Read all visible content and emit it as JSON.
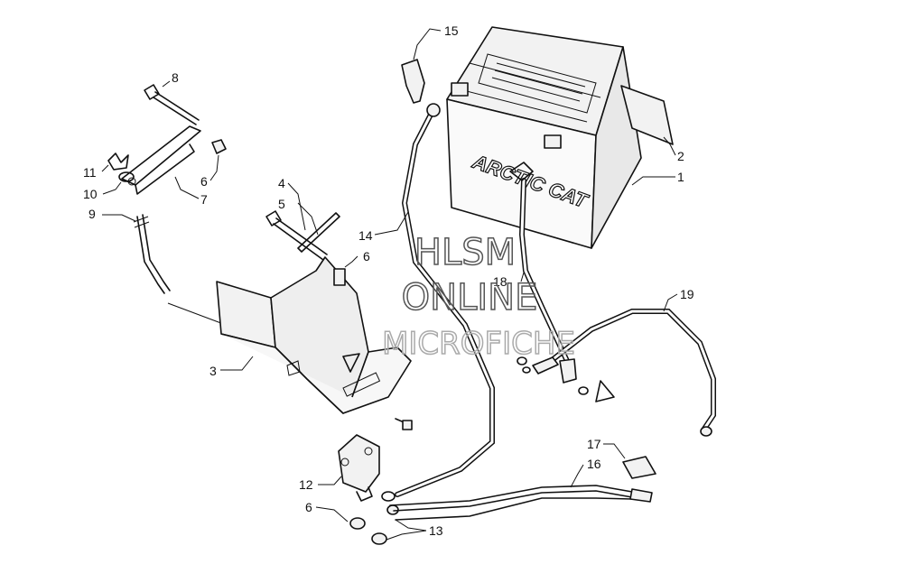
{
  "callouts": [
    "1",
    "2",
    "3",
    "4",
    "5",
    "6",
    "7",
    "8",
    "9",
    "10",
    "11",
    "12",
    "13",
    "14",
    "15",
    "16",
    "17",
    "18",
    "19"
  ],
  "labels": {
    "n1": "1",
    "n2": "2",
    "n3": "3",
    "n4": "4",
    "n5": "5",
    "n6a": "6",
    "n6b": "6",
    "n6c": "6",
    "n7": "7",
    "n8": "8",
    "n9": "9",
    "n10": "10",
    "n11": "11",
    "n12": "12",
    "n13": "13",
    "n14": "14",
    "n15": "15",
    "n16": "16",
    "n17": "17",
    "n18": "18",
    "n19": "19"
  },
  "battery_logo": "ARCTIC CAT",
  "watermark": {
    "line1": "HLSM",
    "line2": "ONLINE",
    "line3": "MICROFICHE"
  }
}
